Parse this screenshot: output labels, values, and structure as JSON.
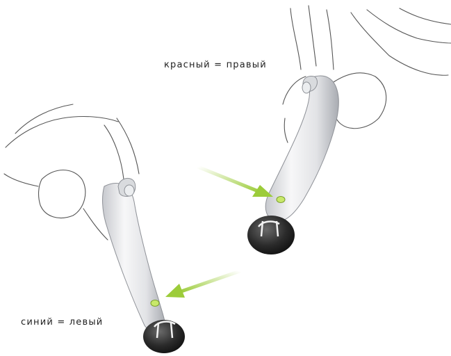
{
  "labels": {
    "right": "красный = правый",
    "left": "синий = левый"
  },
  "colors": {
    "arrow": "#9ccc3a",
    "indicator_light": "#c8e86a",
    "device_body": "#e9eaec",
    "device_shadow": "#b9bcc2",
    "cap": "#2b2b2b",
    "hand_outline": "#555555"
  },
  "icons": [
    "hand-outline",
    "hearing-aid-device",
    "pointer-arrow",
    "indicator-light",
    "ear-tip"
  ]
}
